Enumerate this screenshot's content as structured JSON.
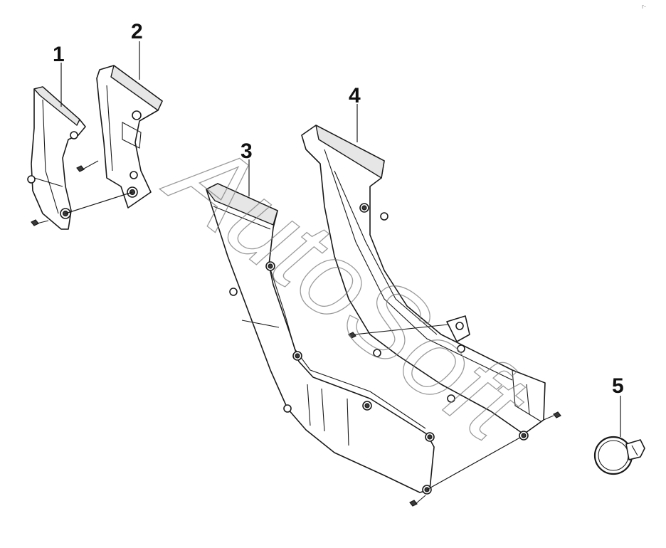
{
  "watermark": "AutoSoft",
  "corner_mark": "r-",
  "callouts": [
    "1",
    "2",
    "3",
    "4",
    "5"
  ],
  "colors": {
    "line": "#1a1a1a",
    "watermark": "#7a7a7a",
    "background": "#ffffff"
  }
}
